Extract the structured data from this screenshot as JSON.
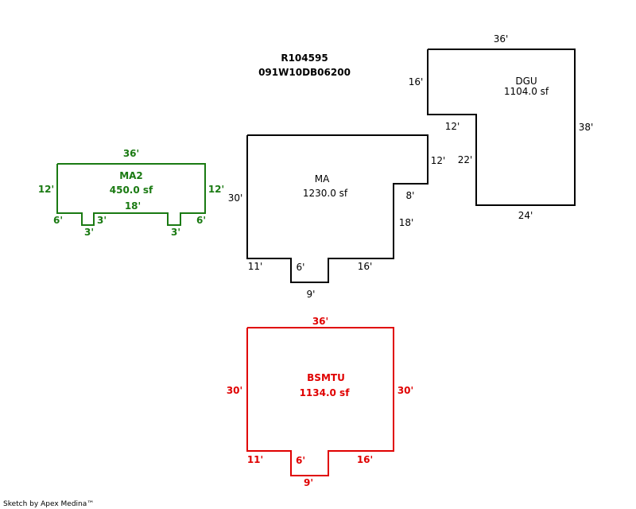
{
  "header": {
    "parcel_id": "R104595",
    "map_number": "091W10DB06200"
  },
  "colors": {
    "MA2": "#1a7a12",
    "MA": "#000000",
    "DGU": "#000000",
    "BSMTU": "#e00000"
  },
  "areas": {
    "MA2": {
      "name": "MA2",
      "area": "450.0 sf",
      "dims": {
        "top": "36'",
        "left": "12'",
        "right": "12'",
        "bottom_mid": "18'",
        "bottom_left": "6'",
        "bottom_right": "6'",
        "notch_left_depth": "3'",
        "notch_left_width": "3'",
        "notch_right_depth": "3'"
      }
    },
    "MA": {
      "name": "MA",
      "area": "1230.0 sf",
      "dims": {
        "left": "30'",
        "right_top": "12'",
        "step": "8'",
        "right_lower": "18'",
        "bottom_left": "11'",
        "notch_depth": "6'",
        "bottom_right": "16'",
        "notch_bottom": "9'"
      }
    },
    "DGU": {
      "name": "DGU",
      "area": "1104.0 sf",
      "dims": {
        "top": "36'",
        "left_top": "16'",
        "step": "12'",
        "left_lower": "22'",
        "right": "38'",
        "bottom": "24'"
      }
    },
    "BSMTU": {
      "name": "BSMTU",
      "area": "1134.0 sf",
      "dims": {
        "top": "36'",
        "left": "30'",
        "right": "30'",
        "bottom_left": "11'",
        "notch_depth": "6'",
        "bottom_right": "16'",
        "notch_bottom": "9'"
      }
    }
  },
  "footer": {
    "credit": "Sketch by Apex Medina™"
  }
}
